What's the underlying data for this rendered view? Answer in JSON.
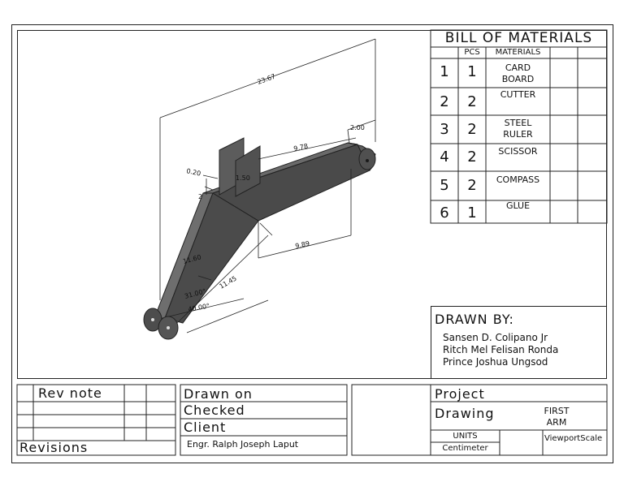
{
  "bom": {
    "title": "BILL OF MATERIALS",
    "col_pcs": "PCS",
    "col_materials": "MATERIALS",
    "rows": [
      {
        "no": "1",
        "pcs": "1",
        "line1": "CARD",
        "line2": "BOARD"
      },
      {
        "no": "2",
        "pcs": "2",
        "line1": "CUTTER",
        "line2": ""
      },
      {
        "no": "3",
        "pcs": "2",
        "line1": "STEEL",
        "line2": "RULER"
      },
      {
        "no": "4",
        "pcs": "2",
        "line1": "SCISSOR",
        "line2": ""
      },
      {
        "no": "5",
        "pcs": "2",
        "line1": "COMPASS",
        "line2": ""
      },
      {
        "no": "6",
        "pcs": "1",
        "line1": "GLUE",
        "line2": ""
      }
    ]
  },
  "drawn_by": {
    "label": "DRAWN BY:",
    "names": [
      "Sansen D. Colipano Jr",
      "Ritch Mel Felisan Ronda",
      "Prince Joshua Ungsod"
    ]
  },
  "title_block": {
    "rev_note": "Rev note",
    "revisions": "Revisions",
    "drawn_on": "Drawn on",
    "checked": "Checked",
    "client": "Client",
    "client_name": "Engr. Ralph Joseph Laput",
    "project": "Project",
    "drawing": "Drawing",
    "drawing_name_1": "FIRST",
    "drawing_name_2": "ARM",
    "units": "UNITS",
    "unit_value": "Centimeter",
    "viewport_scale": "ViewportScale"
  },
  "dimensions": {
    "d1": "23.67",
    "d2": "9.78",
    "d3": "2.00",
    "d4": "0.20",
    "d5": "1.50",
    "d6": "2",
    "d7": "9.89",
    "d8": "11.60",
    "d9": "11.45",
    "d10": "31.00°",
    "d11": "40.00°"
  }
}
